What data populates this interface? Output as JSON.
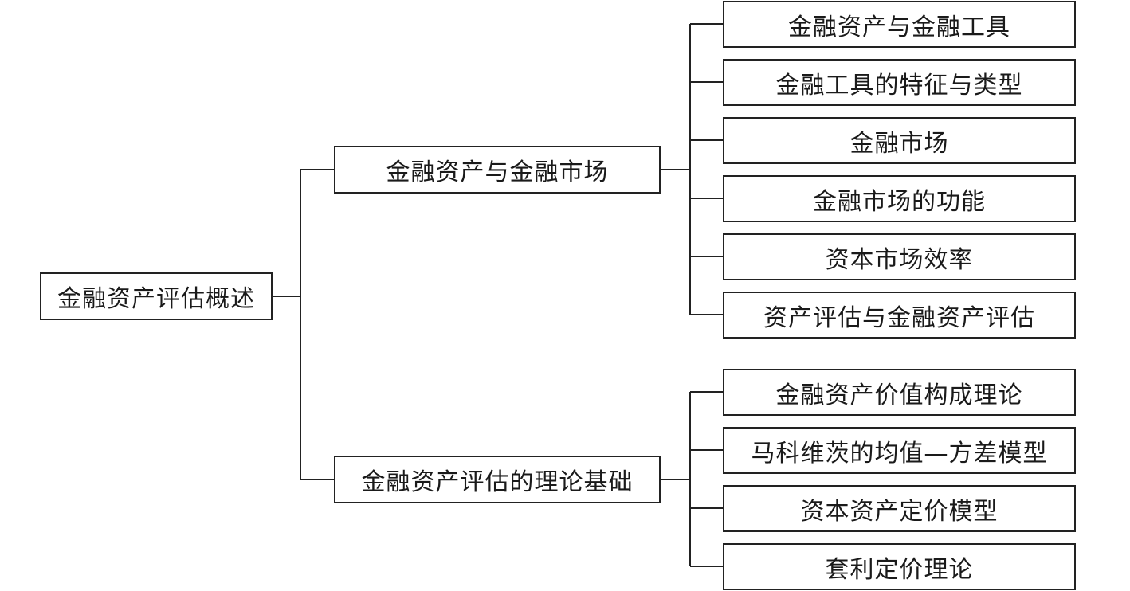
{
  "root": {
    "label": "金融资产评估概述"
  },
  "branches": [
    {
      "label": "金融资产与金融市场",
      "children": [
        "金融资产与金融工具",
        "金融工具的特征与类型",
        "金融市场",
        "金融市场的功能",
        "资本市场效率",
        "资产评估与金融资产评估"
      ]
    },
    {
      "label": "金融资产评估的理论基础",
      "children": [
        "金融资产价值构成理论",
        "马科维茨的均值—方差模型",
        "资本资产定价模型",
        "套利定价理论"
      ]
    }
  ]
}
